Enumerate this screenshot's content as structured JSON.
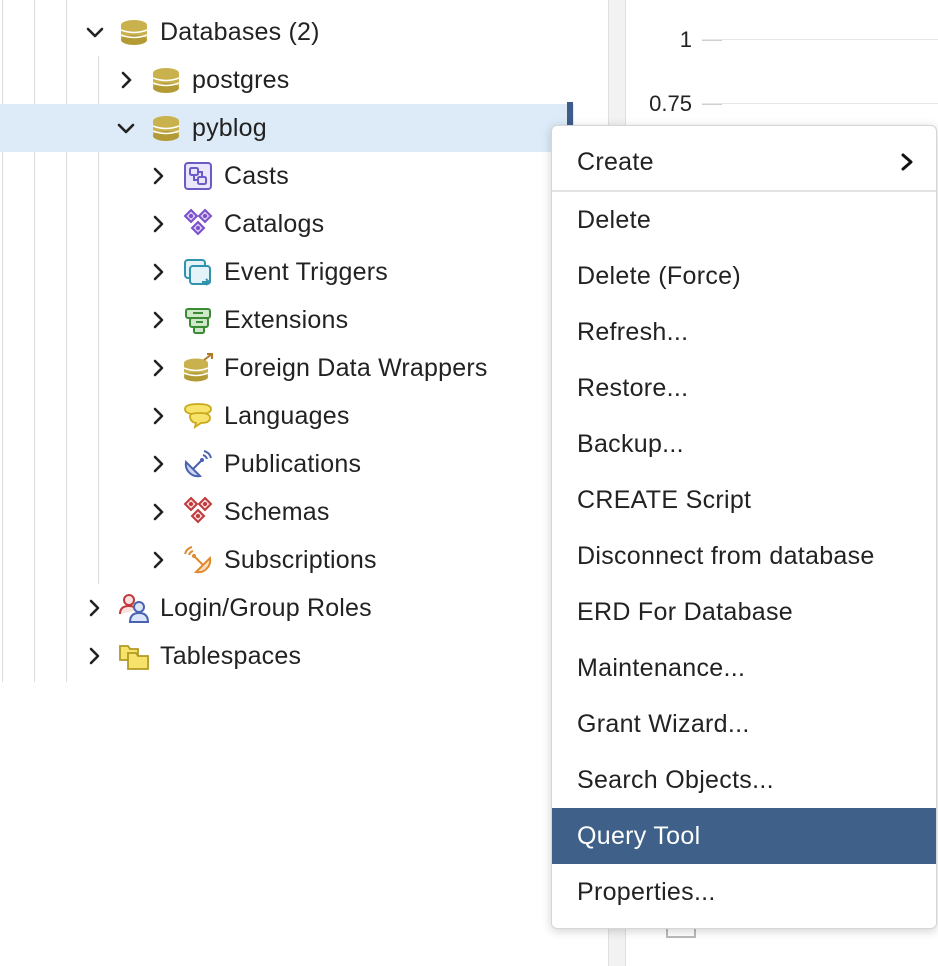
{
  "tree": {
    "items": [
      {
        "label": "Databases (2)",
        "icon": "databases-icon",
        "expanded": true
      },
      {
        "label": "postgres",
        "icon": "database-icon",
        "expanded": false
      },
      {
        "label": "pyblog",
        "icon": "database-icon",
        "expanded": true,
        "selected": true
      },
      {
        "label": "Casts",
        "icon": "casts-icon",
        "expanded": false
      },
      {
        "label": "Catalogs",
        "icon": "catalogs-icon",
        "expanded": false
      },
      {
        "label": "Event Triggers",
        "icon": "event-triggers-icon",
        "expanded": false
      },
      {
        "label": "Extensions",
        "icon": "extensions-icon",
        "expanded": false
      },
      {
        "label": "Foreign Data Wrappers",
        "icon": "foreign-data-wrappers-icon",
        "expanded": false
      },
      {
        "label": "Languages",
        "icon": "languages-icon",
        "expanded": false
      },
      {
        "label": "Publications",
        "icon": "publications-icon",
        "expanded": false
      },
      {
        "label": "Schemas",
        "icon": "schemas-icon",
        "expanded": false
      },
      {
        "label": "Subscriptions",
        "icon": "subscriptions-icon",
        "expanded": false
      },
      {
        "label": "Login/Group Roles",
        "icon": "login-group-roles-icon",
        "expanded": false
      },
      {
        "label": "Tablespaces",
        "icon": "tablespaces-icon",
        "expanded": false
      }
    ]
  },
  "graph": {
    "y_ticks": [
      "1",
      "0.75"
    ]
  },
  "context_menu": {
    "items": [
      {
        "label": "Create",
        "has_submenu": true
      },
      {
        "label": "Delete"
      },
      {
        "label": "Delete (Force)"
      },
      {
        "label": "Refresh..."
      },
      {
        "label": "Restore..."
      },
      {
        "label": "Backup..."
      },
      {
        "label": "CREATE Script"
      },
      {
        "label": "Disconnect from database"
      },
      {
        "label": "ERD For Database"
      },
      {
        "label": "Maintenance..."
      },
      {
        "label": "Grant Wizard..."
      },
      {
        "label": "Search Objects..."
      },
      {
        "label": "Query Tool",
        "highlighted": true
      },
      {
        "label": "Properties..."
      }
    ]
  },
  "colors": {
    "selection_bg": "#dcebf7",
    "menu_highlight": "#3f6189",
    "db_icon": "#c9b24d"
  }
}
